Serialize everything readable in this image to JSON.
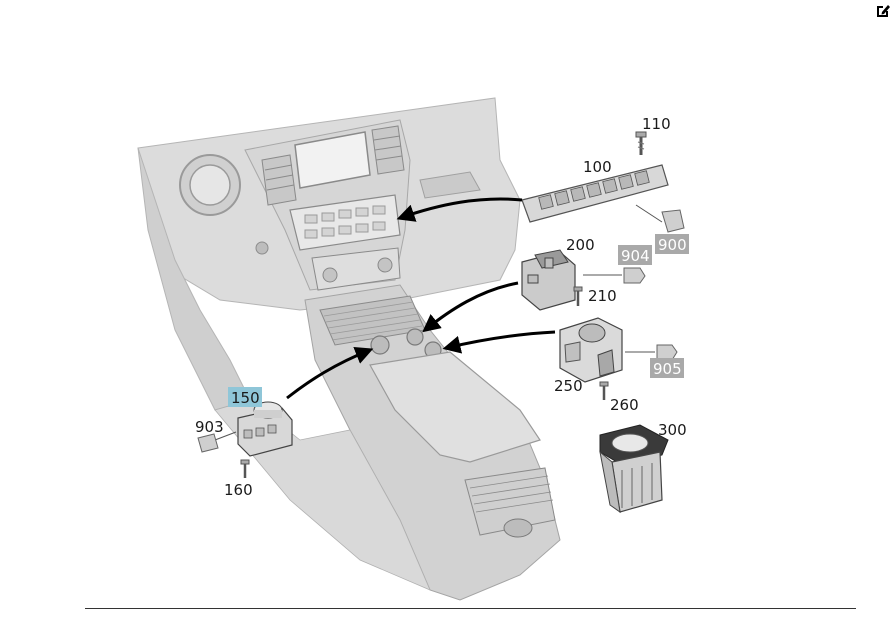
{
  "toolbar": {
    "edit_icon": "edit-icon"
  },
  "diagram": {
    "callouts": {
      "c110": "110",
      "c100": "100",
      "c900": "900",
      "c200": "200",
      "c904": "904",
      "c210": "210",
      "c250": "250",
      "c905": "905",
      "c260": "260",
      "c150": "150",
      "c903": "903",
      "c160": "160",
      "c300": "300"
    },
    "colors": {
      "highlight": "#8fc6d8",
      "reference_chip": "#a9a9a9"
    }
  }
}
